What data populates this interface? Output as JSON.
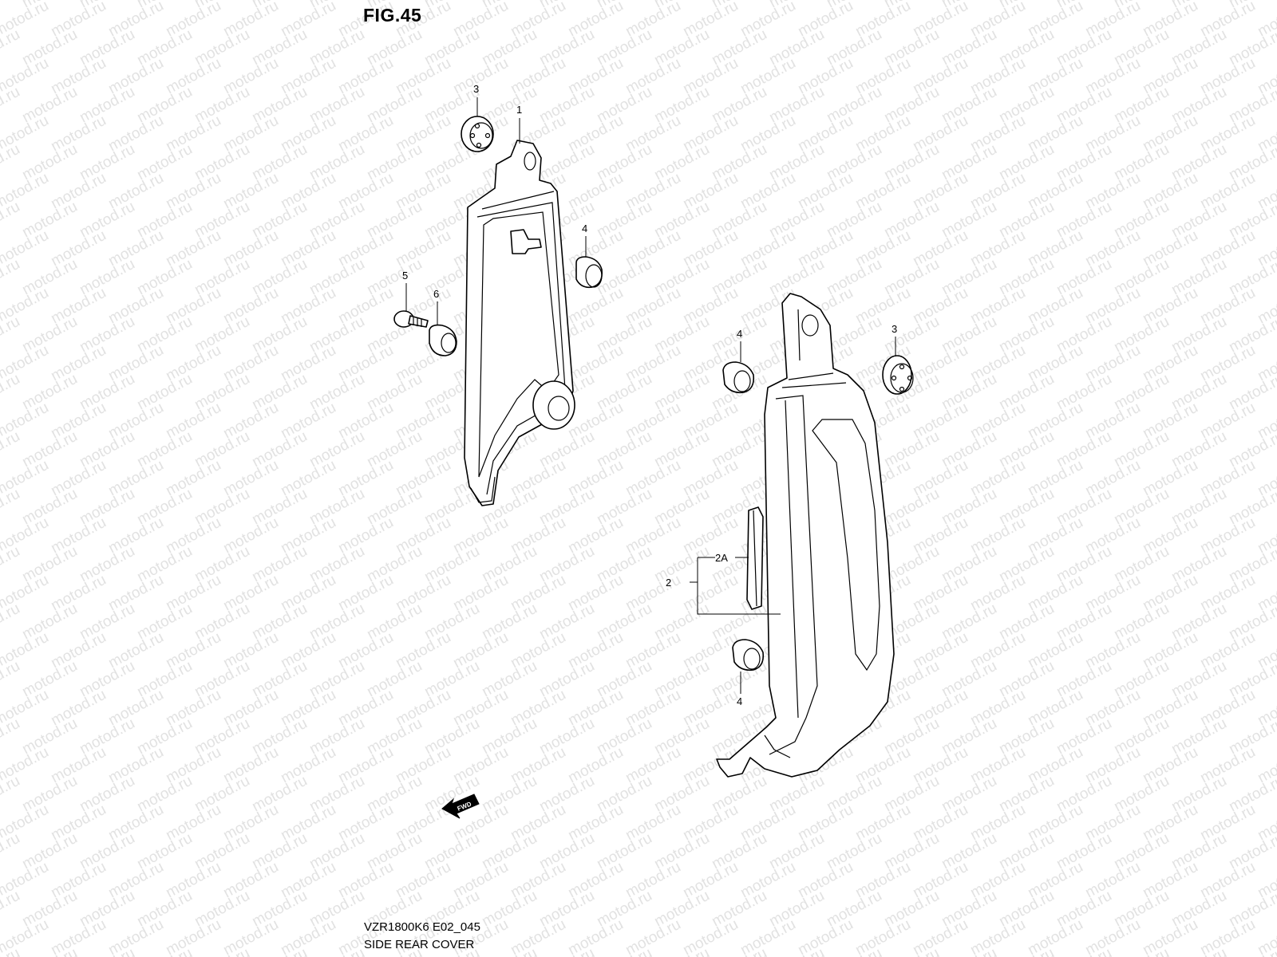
{
  "figure": {
    "title": "FIG.45",
    "model_code": "VZR1800K6 E02_045",
    "section_name": "SIDE REAR COVER"
  },
  "watermark": {
    "text": "motod.ru",
    "color": "#e2e2e2"
  },
  "callouts": {
    "part_1": "1",
    "part_2": "2",
    "part_2a": "2A",
    "part_3_left": "3",
    "part_3_right": "3",
    "part_4_left": "4",
    "part_4_right_top": "4",
    "part_4_right_bottom": "4",
    "part_5": "5",
    "part_6": "6"
  },
  "direction_arrow": {
    "label": "FWD",
    "icon": "forward-arrow-icon"
  }
}
